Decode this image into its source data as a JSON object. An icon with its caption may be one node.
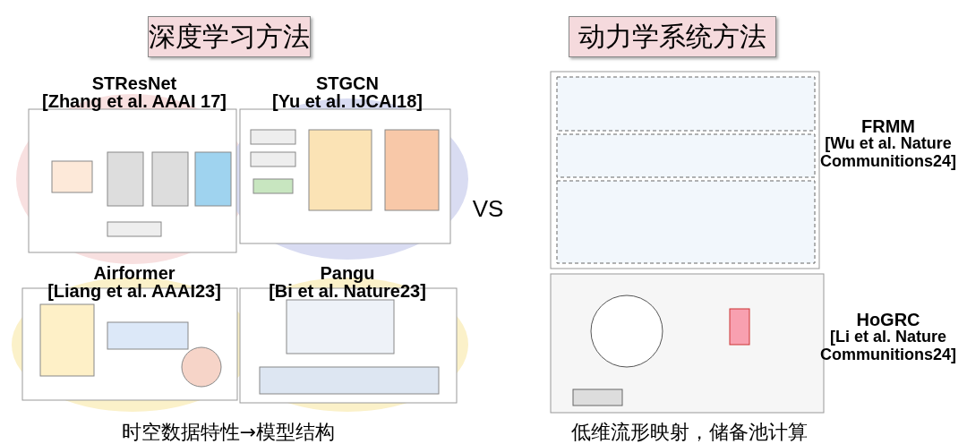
{
  "diagram": {
    "nodes": [
      {
        "text": [
          "深度学习方法"
        ]
      },
      {
        "text": [
          "动力学系统方法"
        ]
      }
    ],
    "edges": [],
    "labels": [
      "STResNet",
      "[Zhang et al. AAAI 17]",
      "STGCN",
      "[Yu et al. IJCAI18]",
      "FRMM",
      "[Wu et al. Nature Communitions24]",
      "VS",
      "Airformer",
      "[Liang et al. AAAI23]",
      "Pangu",
      "[Bi et al. Nature23]",
      "HoGRC",
      "[Li et al. Nature Communitions24]",
      "时空数据特性→模型结构",
      "低维流形映射，储备池计算"
    ]
  }
}
